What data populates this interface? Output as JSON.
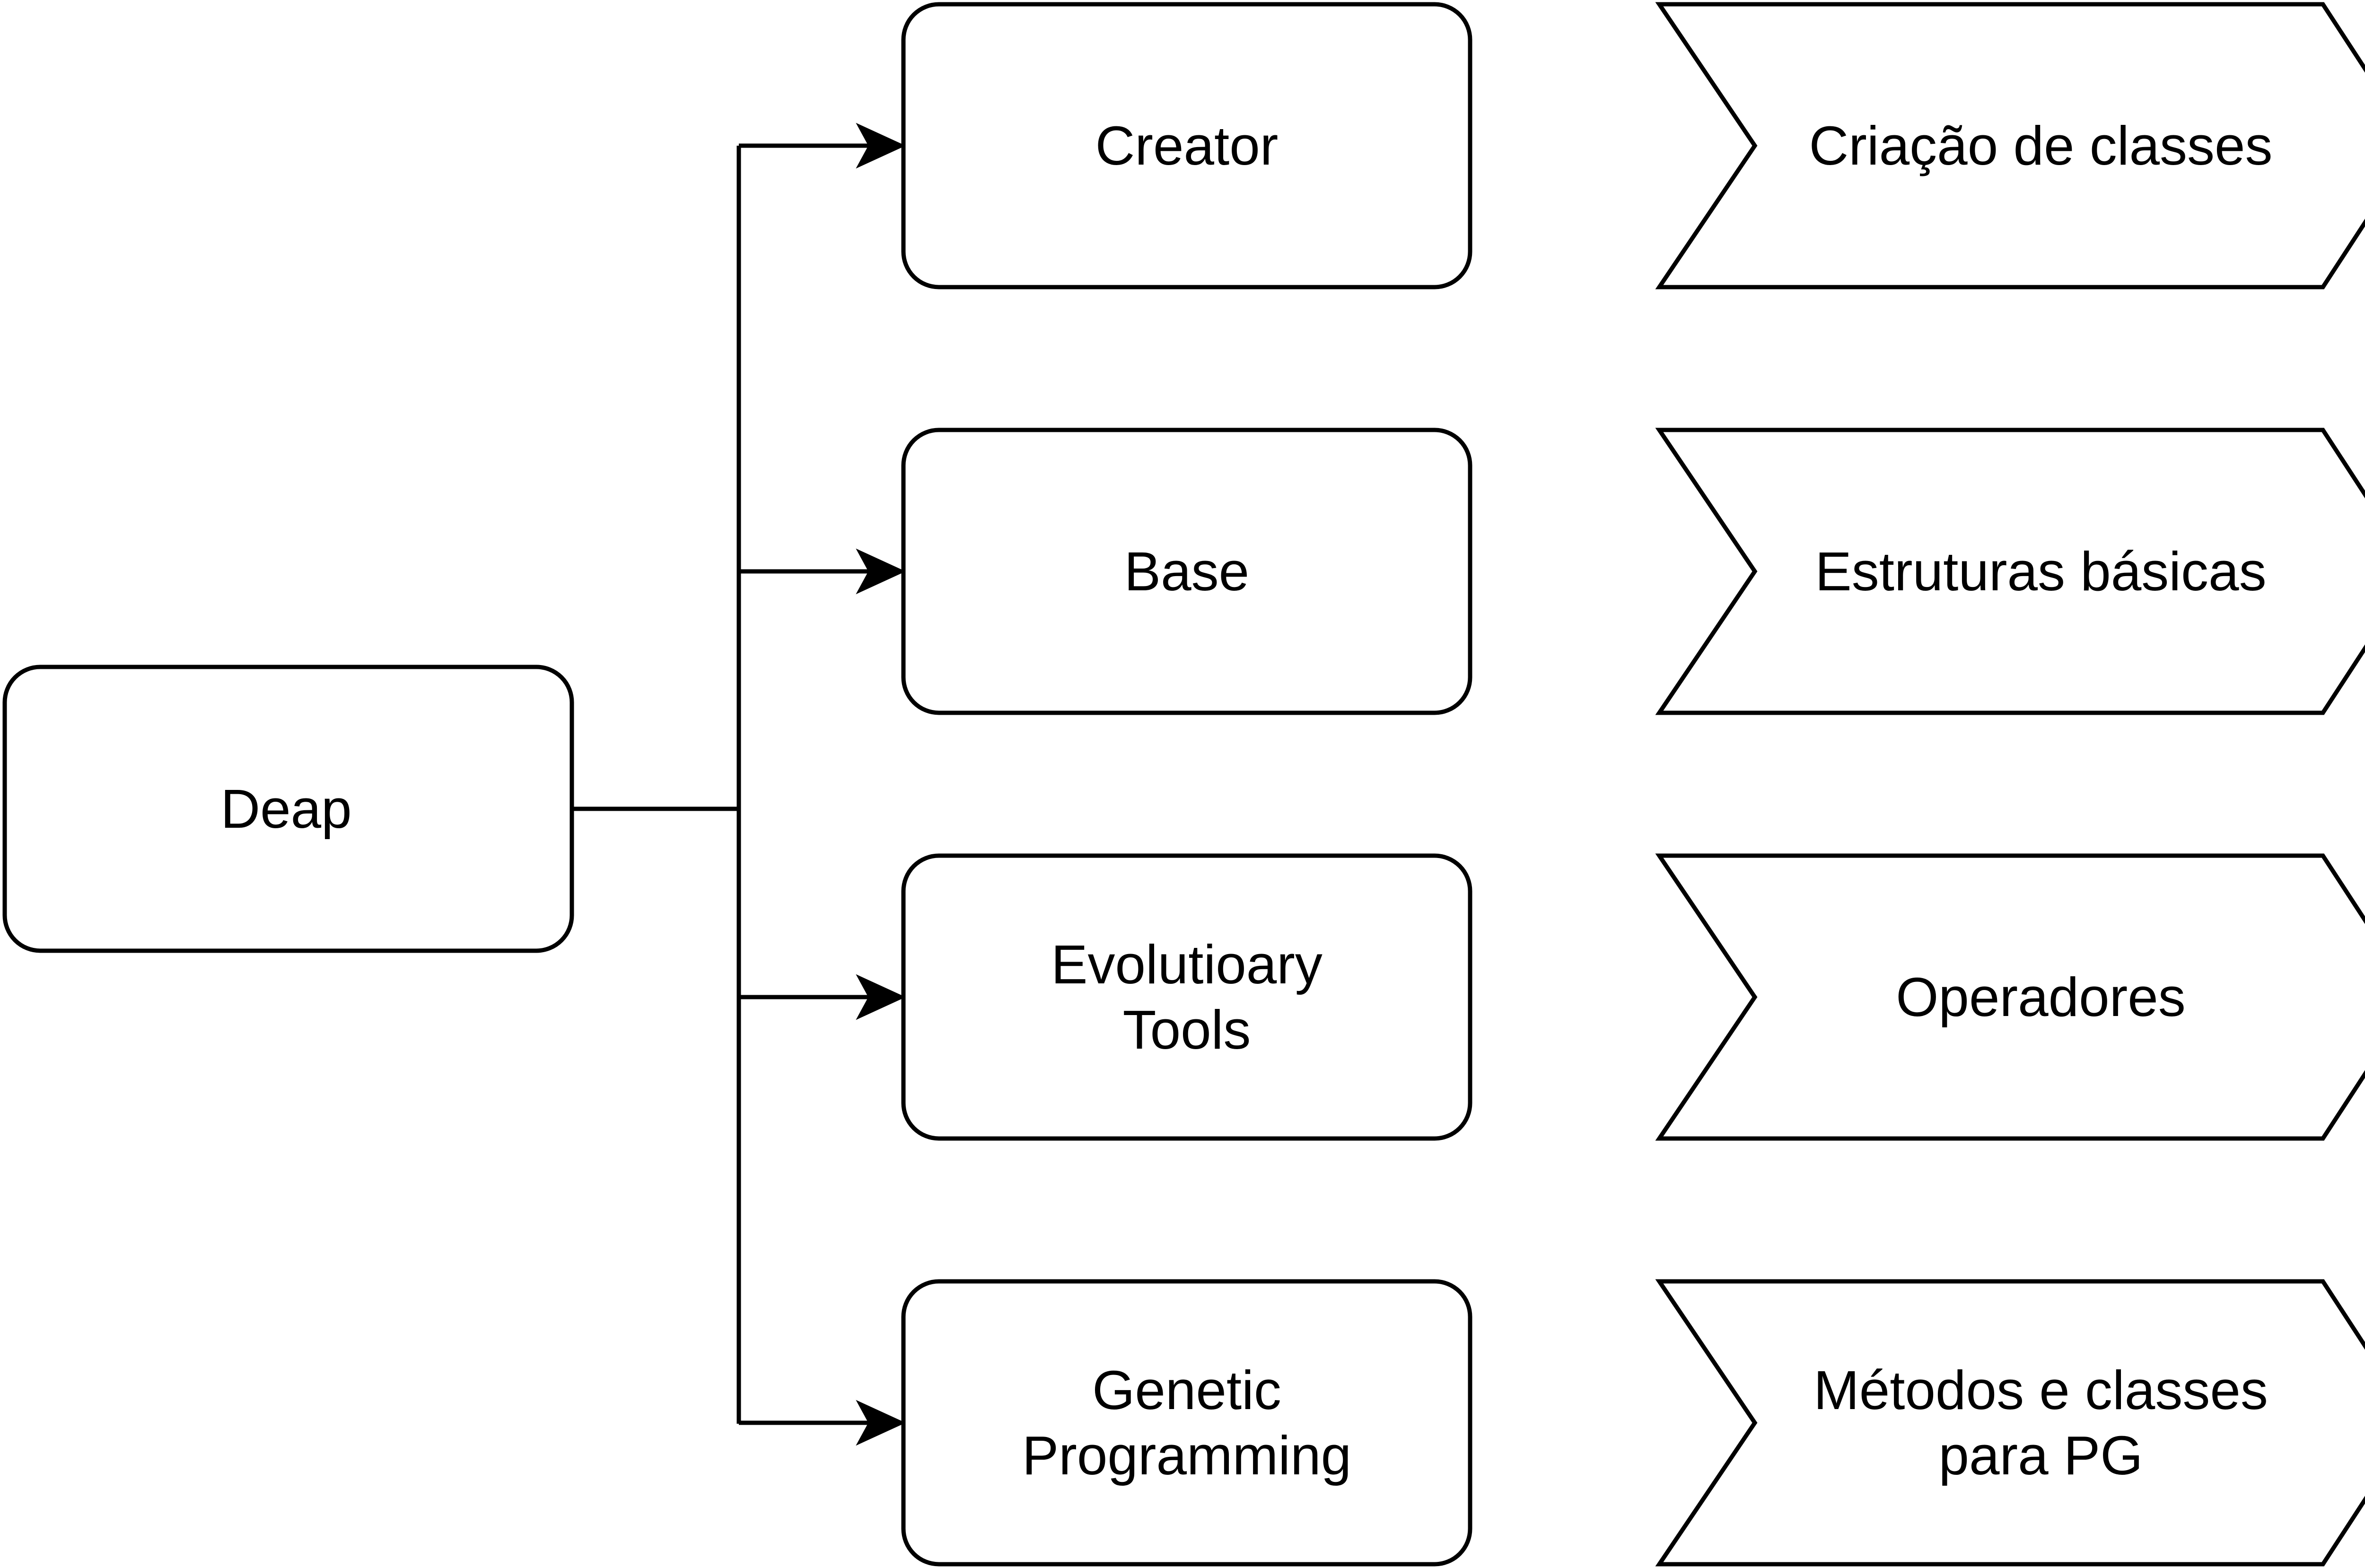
{
  "root": {
    "label": "Deap"
  },
  "modules": [
    {
      "lines": [
        "Creator"
      ]
    },
    {
      "lines": [
        "Base"
      ]
    },
    {
      "lines": [
        "Evolutioary",
        "Tools"
      ]
    },
    {
      "lines": [
        "Genetic",
        "Programming"
      ]
    }
  ],
  "descriptions": [
    {
      "lines": [
        "Criação de classes"
      ]
    },
    {
      "lines": [
        "Estruturas básicas"
      ]
    },
    {
      "lines": [
        "Operadores"
      ]
    },
    {
      "lines": [
        "Métodos e classes",
        "para PG"
      ]
    }
  ]
}
